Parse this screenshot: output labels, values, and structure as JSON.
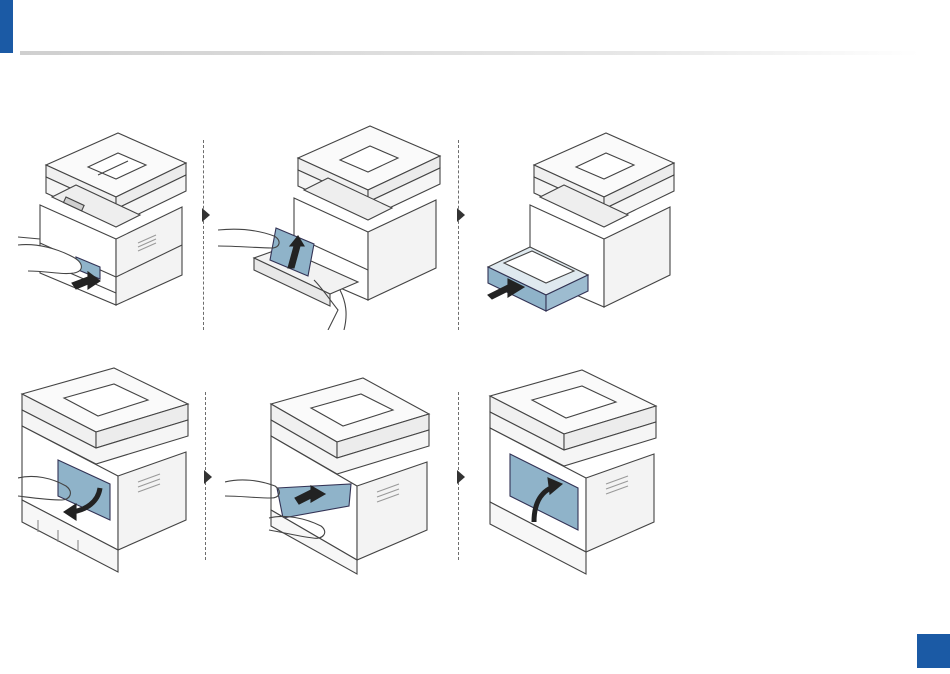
{
  "page": {
    "accent_color": "#1b5aa5",
    "page_number": ""
  },
  "steps": [
    {
      "row": 1,
      "col": 1,
      "action": "pull-out-tray",
      "icon": "tray-pull-icon"
    },
    {
      "row": 1,
      "col": 2,
      "action": "remove-jammed-paper",
      "icon": "paper-remove-icon"
    },
    {
      "row": 1,
      "col": 3,
      "action": "insert-tray",
      "icon": "tray-insert-icon"
    },
    {
      "row": 2,
      "col": 1,
      "action": "open-rear-cover",
      "icon": "rear-cover-open-icon"
    },
    {
      "row": 2,
      "col": 2,
      "action": "remove-jammed-paper-rear",
      "icon": "paper-remove-icon"
    },
    {
      "row": 2,
      "col": 3,
      "action": "close-rear-cover",
      "icon": "rear-cover-close-icon"
    }
  ]
}
